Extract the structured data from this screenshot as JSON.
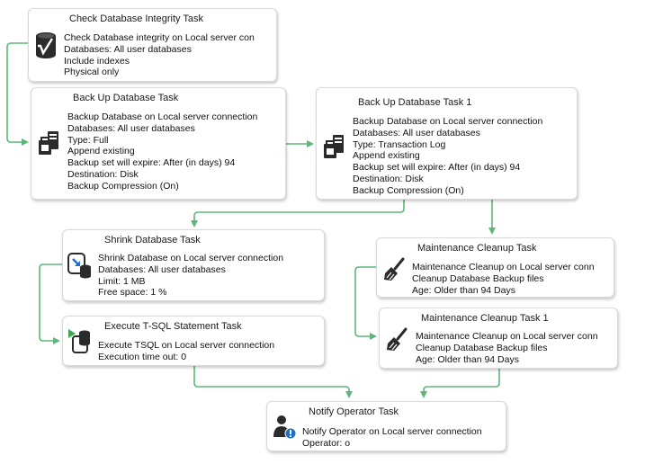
{
  "tasks": {
    "integrity": {
      "title": "Check Database Integrity Task",
      "lines": [
        "Check Database integrity on Local server con",
        "Databases: All user databases",
        "Include indexes",
        "Physical only"
      ],
      "icon": "database-check-icon"
    },
    "backup_full": {
      "title": "Back Up Database Task",
      "lines": [
        "Backup Database on Local server connection",
        "Databases: All user databases",
        "Type: Full",
        "Append existing",
        "Backup set will expire: After (in days) 94",
        "Destination: Disk",
        "Backup Compression (On)"
      ],
      "icon": "backup-database-icon"
    },
    "backup_log": {
      "title": "Back Up Database Task 1",
      "lines": [
        "Backup Database on Local server connection",
        "Databases: All user databases",
        "Type: Transaction Log",
        "Append existing",
        "Backup set will expire: After (in days) 94",
        "Destination: Disk",
        "Backup Compression (On)"
      ],
      "icon": "backup-database-icon"
    },
    "shrink": {
      "title": "Shrink Database Task",
      "lines": [
        "Shrink Database on Local server connection",
        "Databases: All user databases",
        "Limit: 1 MB",
        "Free space: 1 %"
      ],
      "icon": "shrink-database-icon"
    },
    "tsql": {
      "title": "Execute T-SQL Statement Task",
      "lines": [
        "Execute TSQL on Local server connection",
        "Execution time out: 0"
      ],
      "icon": "execute-tsql-icon"
    },
    "cleanup": {
      "title": "Maintenance Cleanup Task",
      "lines": [
        "Maintenance Cleanup on Local server conn",
        "Cleanup Database Backup files",
        "Age: Older than 94 Days"
      ],
      "icon": "broom-icon"
    },
    "cleanup1": {
      "title": "Maintenance Cleanup Task 1",
      "lines": [
        "Maintenance Cleanup on Local server conn",
        "Cleanup Database Backup files",
        "Age: Older than 94 Days"
      ],
      "icon": "broom-icon"
    },
    "notify": {
      "title": "Notify Operator Task",
      "lines": [
        "Notify Operator on Local server connection",
        "Operator: o"
      ],
      "icon": "notify-operator-icon"
    }
  },
  "colors": {
    "connector": "#5cb87a",
    "border": "#d9d9d9",
    "icon_dark": "#2b2b2b",
    "icon_blue": "#1f6fc4"
  }
}
